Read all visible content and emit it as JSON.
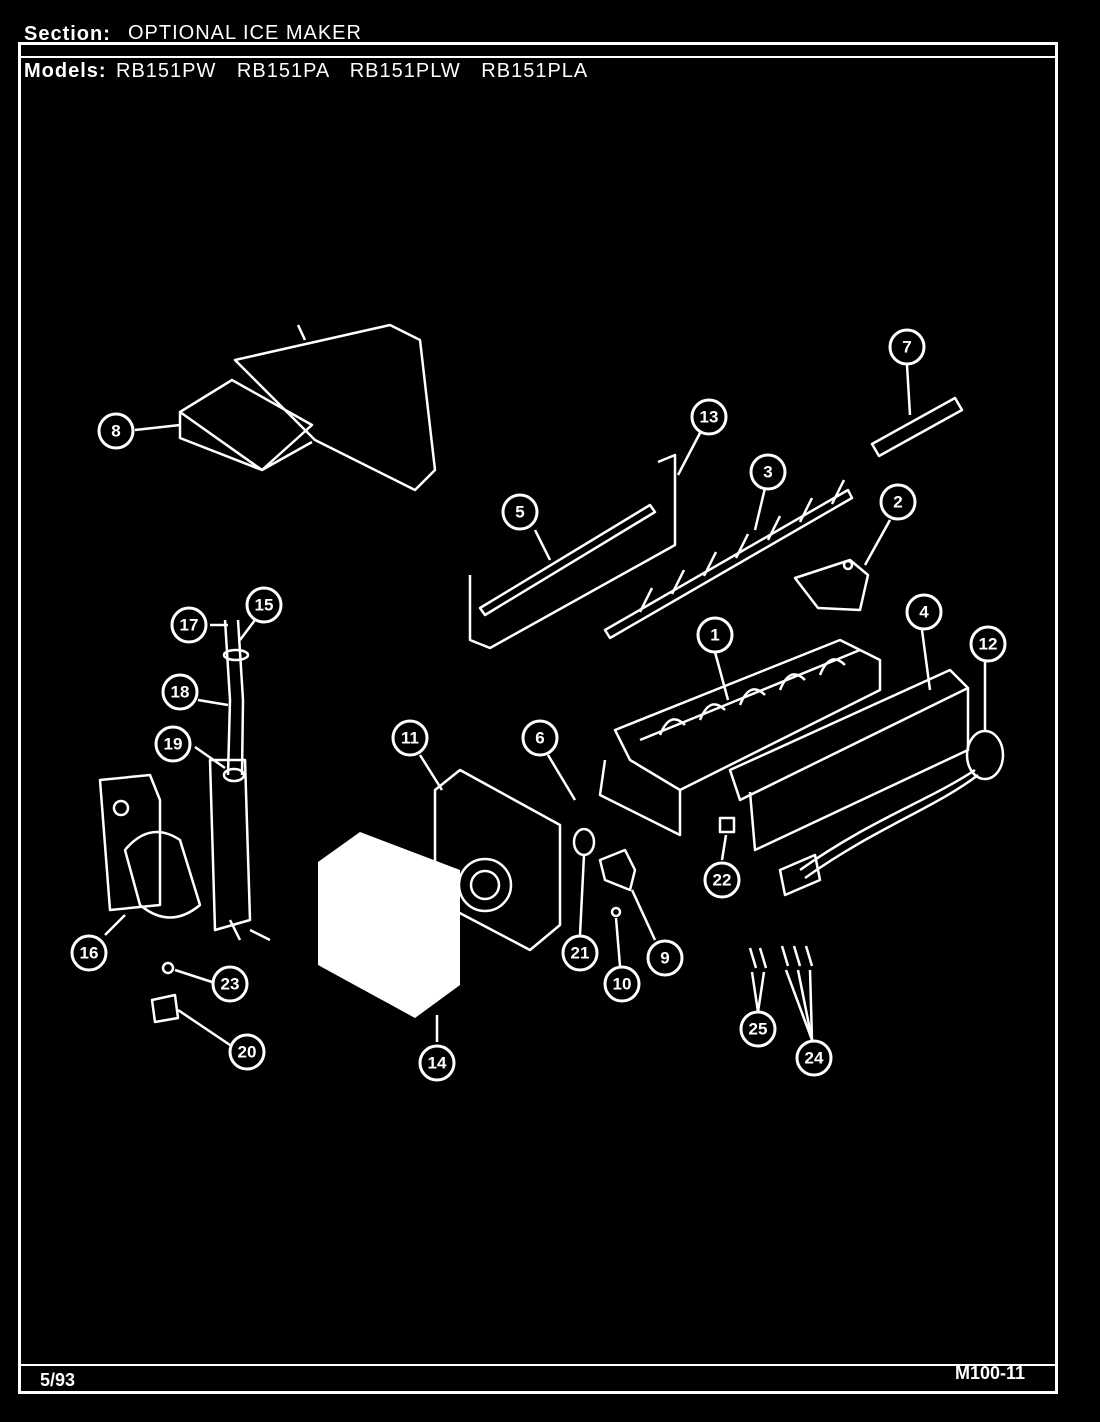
{
  "header": {
    "section_label": "Section:",
    "section_value": "OPTIONAL ICE MAKER",
    "models_label": "Models:",
    "models": "RB151PW  RB151PA  RB151PLW  RB151PLA"
  },
  "footer": {
    "date": "5/93",
    "page_code": "M100-11"
  },
  "callouts": [
    "1",
    "2",
    "3",
    "4",
    "5",
    "6",
    "7",
    "8",
    "9",
    "10",
    "11",
    "12",
    "13",
    "14",
    "15",
    "16",
    "17",
    "18",
    "19",
    "20",
    "21",
    "22",
    "23",
    "24",
    "25"
  ]
}
